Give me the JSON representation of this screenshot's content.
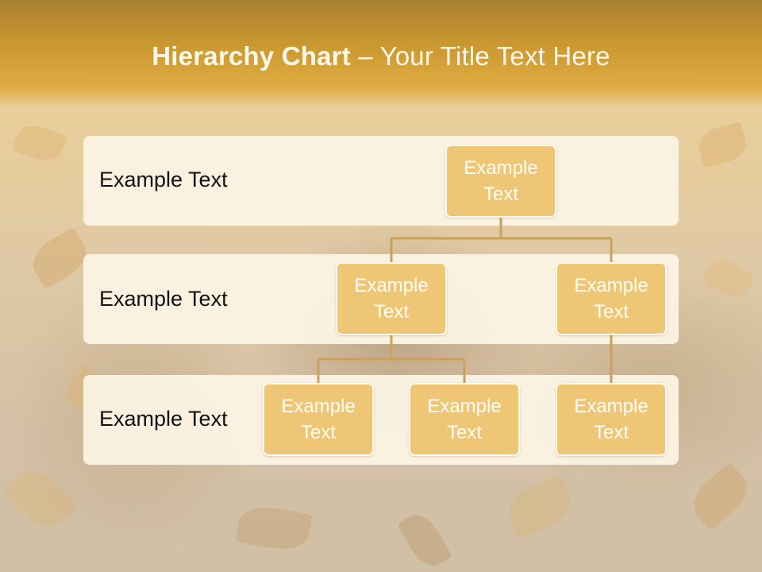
{
  "slide": {
    "title_bold": "Hierarchy Chart",
    "title_rest": " – Your Title Text Here"
  },
  "rows": [
    {
      "label": "Example Text"
    },
    {
      "label": "Example Text"
    },
    {
      "label": "Example Text"
    }
  ],
  "nodes": {
    "root": "Example Text",
    "level2_left": "Example Text",
    "level2_right": "Example Text",
    "level3_a": "Example Text",
    "level3_b": "Example Text",
    "level3_c": "Example Text"
  },
  "colors": {
    "node_fill": "#efc675",
    "node_border": "#fffaf0",
    "connector": "#c9a25a",
    "band": "#fbf3e3",
    "title_band": "#d4a23a"
  }
}
